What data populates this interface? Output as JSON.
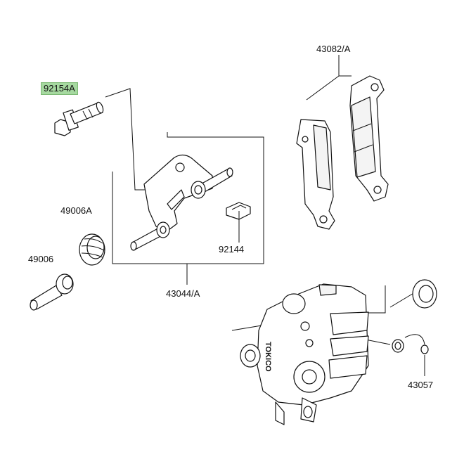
{
  "parts": [
    {
      "id": "bolt",
      "number": "92154A",
      "highlighted": true
    },
    {
      "id": "bracket-assembly",
      "number": "43044/A",
      "highlighted": false
    },
    {
      "id": "pad-set",
      "number": "43082/A",
      "highlighted": false
    },
    {
      "id": "boot",
      "number": "49006A",
      "highlighted": false
    },
    {
      "id": "pin",
      "number": "49006",
      "highlighted": false
    },
    {
      "id": "spring",
      "number": "92144",
      "highlighted": false
    },
    {
      "id": "seal-kit",
      "number": "43057",
      "highlighted": false
    }
  ],
  "caliper_text": "TOKICO",
  "colors": {
    "highlight": "#a6d9a0",
    "line": "#111111"
  }
}
